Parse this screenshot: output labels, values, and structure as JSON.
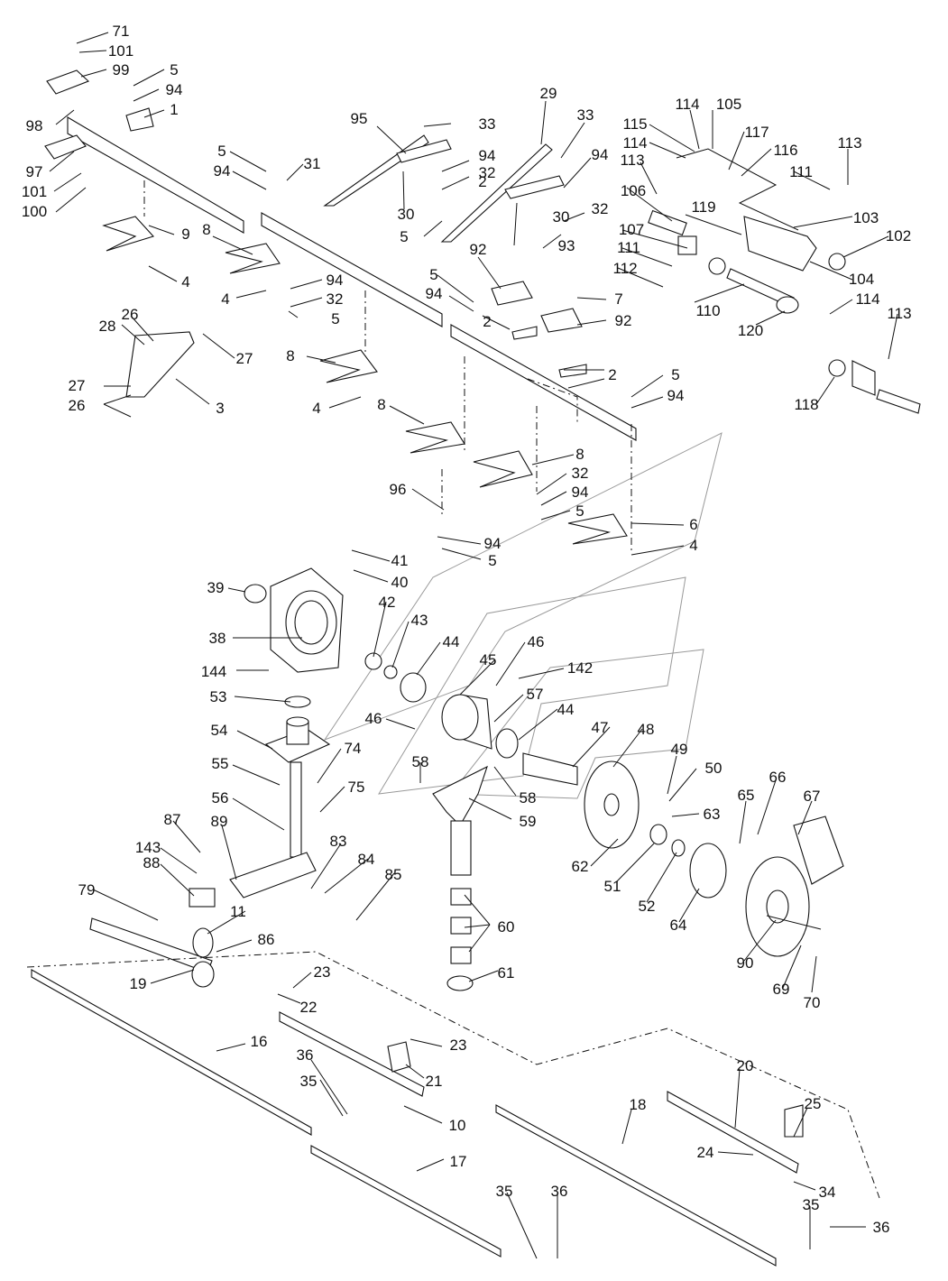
{
  "callouts": [
    {
      "id": "c1",
      "text": "71"
    },
    {
      "id": "c2",
      "text": "101"
    },
    {
      "id": "c3",
      "text": "99"
    },
    {
      "id": "c4",
      "text": "5"
    },
    {
      "id": "c5",
      "text": "94"
    },
    {
      "id": "c6",
      "text": "1"
    },
    {
      "id": "c7",
      "text": "98"
    },
    {
      "id": "c8",
      "text": "97"
    },
    {
      "id": "c9",
      "text": "101"
    },
    {
      "id": "c10",
      "text": "100"
    },
    {
      "id": "c11",
      "text": "9"
    },
    {
      "id": "c12",
      "text": "4"
    },
    {
      "id": "c13",
      "text": "5"
    },
    {
      "id": "c14",
      "text": "94"
    },
    {
      "id": "c15",
      "text": "31"
    },
    {
      "id": "c16",
      "text": "8"
    },
    {
      "id": "c17",
      "text": "94"
    },
    {
      "id": "c18",
      "text": "32"
    },
    {
      "id": "c19",
      "text": "5"
    },
    {
      "id": "c20",
      "text": "4"
    },
    {
      "id": "c21",
      "text": "95"
    },
    {
      "id": "c22",
      "text": "33"
    },
    {
      "id": "c23",
      "text": "94"
    },
    {
      "id": "c24",
      "text": "32"
    },
    {
      "id": "c25",
      "text": "2"
    },
    {
      "id": "c26",
      "text": "30"
    },
    {
      "id": "c27",
      "text": "5"
    },
    {
      "id": "c28",
      "text": "29"
    },
    {
      "id": "c29",
      "text": "33"
    },
    {
      "id": "c30",
      "text": "94"
    },
    {
      "id": "c31",
      "text": "32"
    },
    {
      "id": "c32",
      "text": "30"
    },
    {
      "id": "c33",
      "text": "93"
    },
    {
      "id": "c34",
      "text": "92"
    },
    {
      "id": "c35",
      "text": "5"
    },
    {
      "id": "c36",
      "text": "94"
    },
    {
      "id": "c37",
      "text": "2"
    },
    {
      "id": "c38",
      "text": "7"
    },
    {
      "id": "c39",
      "text": "92"
    },
    {
      "id": "c40",
      "text": "2"
    },
    {
      "id": "c41",
      "text": "114"
    },
    {
      "id": "c42",
      "text": "105"
    },
    {
      "id": "c43",
      "text": "115"
    },
    {
      "id": "c44",
      "text": "114"
    },
    {
      "id": "c45",
      "text": "113"
    },
    {
      "id": "c46",
      "text": "117"
    },
    {
      "id": "c47",
      "text": "116"
    },
    {
      "id": "c48",
      "text": "113"
    },
    {
      "id": "c49",
      "text": "111"
    },
    {
      "id": "c50",
      "text": "106"
    },
    {
      "id": "c51",
      "text": "119"
    },
    {
      "id": "c52",
      "text": "103"
    },
    {
      "id": "c53",
      "text": "102"
    },
    {
      "id": "c54",
      "text": "107"
    },
    {
      "id": "c55",
      "text": "111"
    },
    {
      "id": "c56",
      "text": "112"
    },
    {
      "id": "c57",
      "text": "104"
    },
    {
      "id": "c58",
      "text": "110"
    },
    {
      "id": "c59",
      "text": "114"
    },
    {
      "id": "c60",
      "text": "113"
    },
    {
      "id": "c61",
      "text": "120"
    },
    {
      "id": "c62",
      "text": "118"
    },
    {
      "id": "c63",
      "text": "26"
    },
    {
      "id": "c64",
      "text": "28"
    },
    {
      "id": "c65",
      "text": "27"
    },
    {
      "id": "c66",
      "text": "27"
    },
    {
      "id": "c67",
      "text": "26"
    },
    {
      "id": "c68",
      "text": "3"
    },
    {
      "id": "c69",
      "text": "8"
    },
    {
      "id": "c70",
      "text": "4"
    },
    {
      "id": "c71",
      "text": "8"
    },
    {
      "id": "c72",
      "text": "5"
    },
    {
      "id": "c73",
      "text": "94"
    },
    {
      "id": "c74",
      "text": "8"
    },
    {
      "id": "c75",
      "text": "32"
    },
    {
      "id": "c76",
      "text": "94"
    },
    {
      "id": "c77",
      "text": "5"
    },
    {
      "id": "c78",
      "text": "6"
    },
    {
      "id": "c79",
      "text": "4"
    },
    {
      "id": "c80",
      "text": "96"
    },
    {
      "id": "c81",
      "text": "94"
    },
    {
      "id": "c82",
      "text": "5"
    },
    {
      "id": "c83",
      "text": "41"
    },
    {
      "id": "c84",
      "text": "40"
    },
    {
      "id": "c85",
      "text": "39"
    },
    {
      "id": "c86",
      "text": "42"
    },
    {
      "id": "c87",
      "text": "43"
    },
    {
      "id": "c88",
      "text": "38"
    },
    {
      "id": "c89",
      "text": "44"
    },
    {
      "id": "c90",
      "text": "46"
    },
    {
      "id": "c91",
      "text": "45"
    },
    {
      "id": "c92",
      "text": "142"
    },
    {
      "id": "c93",
      "text": "144"
    },
    {
      "id": "c94",
      "text": "53"
    },
    {
      "id": "c95",
      "text": "57"
    },
    {
      "id": "c96",
      "text": "46"
    },
    {
      "id": "c97",
      "text": "44"
    },
    {
      "id": "c98",
      "text": "47"
    },
    {
      "id": "c99",
      "text": "48"
    },
    {
      "id": "c100",
      "text": "54"
    },
    {
      "id": "c101",
      "text": "74"
    },
    {
      "id": "c102",
      "text": "58"
    },
    {
      "id": "c103",
      "text": "55"
    },
    {
      "id": "c104",
      "text": "75"
    },
    {
      "id": "c105",
      "text": "49"
    },
    {
      "id": "c106",
      "text": "50"
    },
    {
      "id": "c107",
      "text": "58"
    },
    {
      "id": "c108",
      "text": "59"
    },
    {
      "id": "c109",
      "text": "56"
    },
    {
      "id": "c110",
      "text": "66"
    },
    {
      "id": "c111",
      "text": "65"
    },
    {
      "id": "c112",
      "text": "67"
    },
    {
      "id": "c113",
      "text": "63"
    },
    {
      "id": "c114",
      "text": "87"
    },
    {
      "id": "c115",
      "text": "89"
    },
    {
      "id": "c116",
      "text": "143"
    },
    {
      "id": "c117",
      "text": "83"
    },
    {
      "id": "c118",
      "text": "84"
    },
    {
      "id": "c119",
      "text": "88"
    },
    {
      "id": "c120",
      "text": "85"
    },
    {
      "id": "c121",
      "text": "62"
    },
    {
      "id": "c122",
      "text": "51"
    },
    {
      "id": "c123",
      "text": "52"
    },
    {
      "id": "c124",
      "text": "79"
    },
    {
      "id": "c125",
      "text": "11"
    },
    {
      "id": "c126",
      "text": "60"
    },
    {
      "id": "c127",
      "text": "64"
    },
    {
      "id": "c128",
      "text": "86"
    },
    {
      "id": "c129",
      "text": "19"
    },
    {
      "id": "c130",
      "text": "90"
    },
    {
      "id": "c131",
      "text": "69"
    },
    {
      "id": "c132",
      "text": "61"
    },
    {
      "id": "c133",
      "text": "23"
    },
    {
      "id": "c134",
      "text": "70"
    },
    {
      "id": "c135",
      "text": "22"
    },
    {
      "id": "c136",
      "text": "16"
    },
    {
      "id": "c137",
      "text": "23"
    },
    {
      "id": "c138",
      "text": "36"
    },
    {
      "id": "c139",
      "text": "21"
    },
    {
      "id": "c140",
      "text": "35"
    },
    {
      "id": "c141",
      "text": "10"
    },
    {
      "id": "c142",
      "text": "20"
    },
    {
      "id": "c143",
      "text": "25"
    },
    {
      "id": "c144",
      "text": "18"
    },
    {
      "id": "c145",
      "text": "17"
    },
    {
      "id": "c146",
      "text": "24"
    },
    {
      "id": "c147",
      "text": "34"
    },
    {
      "id": "c148",
      "text": "35"
    },
    {
      "id": "c149",
      "text": "36"
    },
    {
      "id": "c150",
      "text": "35"
    },
    {
      "id": "c151",
      "text": "36"
    }
  ]
}
